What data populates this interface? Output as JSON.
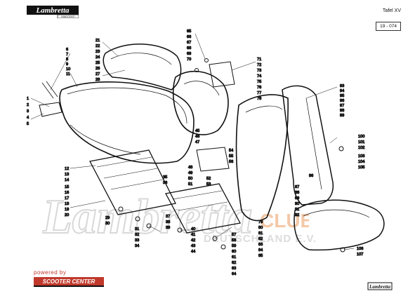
{
  "header": {
    "brand": "Lambretta",
    "brand_sub": "INNOCENTI",
    "plate": "Tafel XV",
    "ref": "19 - 074"
  },
  "watermark": {
    "main": "Lambretta",
    "club": "CLUB",
    "sub": "DEUTSCHLAND E.V."
  },
  "footer": {
    "powered_by": "powered by",
    "sponsor": "SCOOTER CENTER",
    "corner_logo": "Lambretta"
  },
  "callouts": {
    "left_column": [
      "1",
      "2",
      "3",
      "4",
      "5"
    ],
    "upper_left": [
      "6",
      "7",
      "8",
      "9",
      "10",
      "11"
    ],
    "left_lower": [
      "12",
      "13",
      "14",
      "15",
      "16",
      "17",
      "18",
      "19",
      "20"
    ],
    "center_top": [
      "21",
      "22",
      "23",
      "24",
      "25",
      "26",
      "27",
      "28"
    ],
    "center_bottom_left": [
      "29",
      "30",
      "31",
      "32",
      "33",
      "34"
    ],
    "center_mid": [
      "35",
      "36",
      "37",
      "38",
      "39",
      "40",
      "41",
      "42",
      "43",
      "44"
    ],
    "center_column": [
      "45",
      "46",
      "47",
      "48",
      "49",
      "50",
      "51",
      "52",
      "53",
      "54",
      "55",
      "56",
      "57",
      "58",
      "59",
      "60",
      "61",
      "62",
      "63",
      "64"
    ],
    "top_center": [
      "65",
      "66",
      "67",
      "68",
      "69",
      "70"
    ],
    "right_upper": [
      "71",
      "72",
      "73",
      "74",
      "75",
      "76",
      "77",
      "78"
    ],
    "right_lower": [
      "79",
      "80",
      "81",
      "82",
      "83",
      "84",
      "85",
      "86",
      "87",
      "88",
      "89",
      "90",
      "91",
      "92"
    ],
    "far_right": [
      "93",
      "94",
      "95",
      "96",
      "97",
      "98",
      "99",
      "100",
      "101",
      "102",
      "103",
      "104",
      "105",
      "106",
      "107"
    ]
  }
}
